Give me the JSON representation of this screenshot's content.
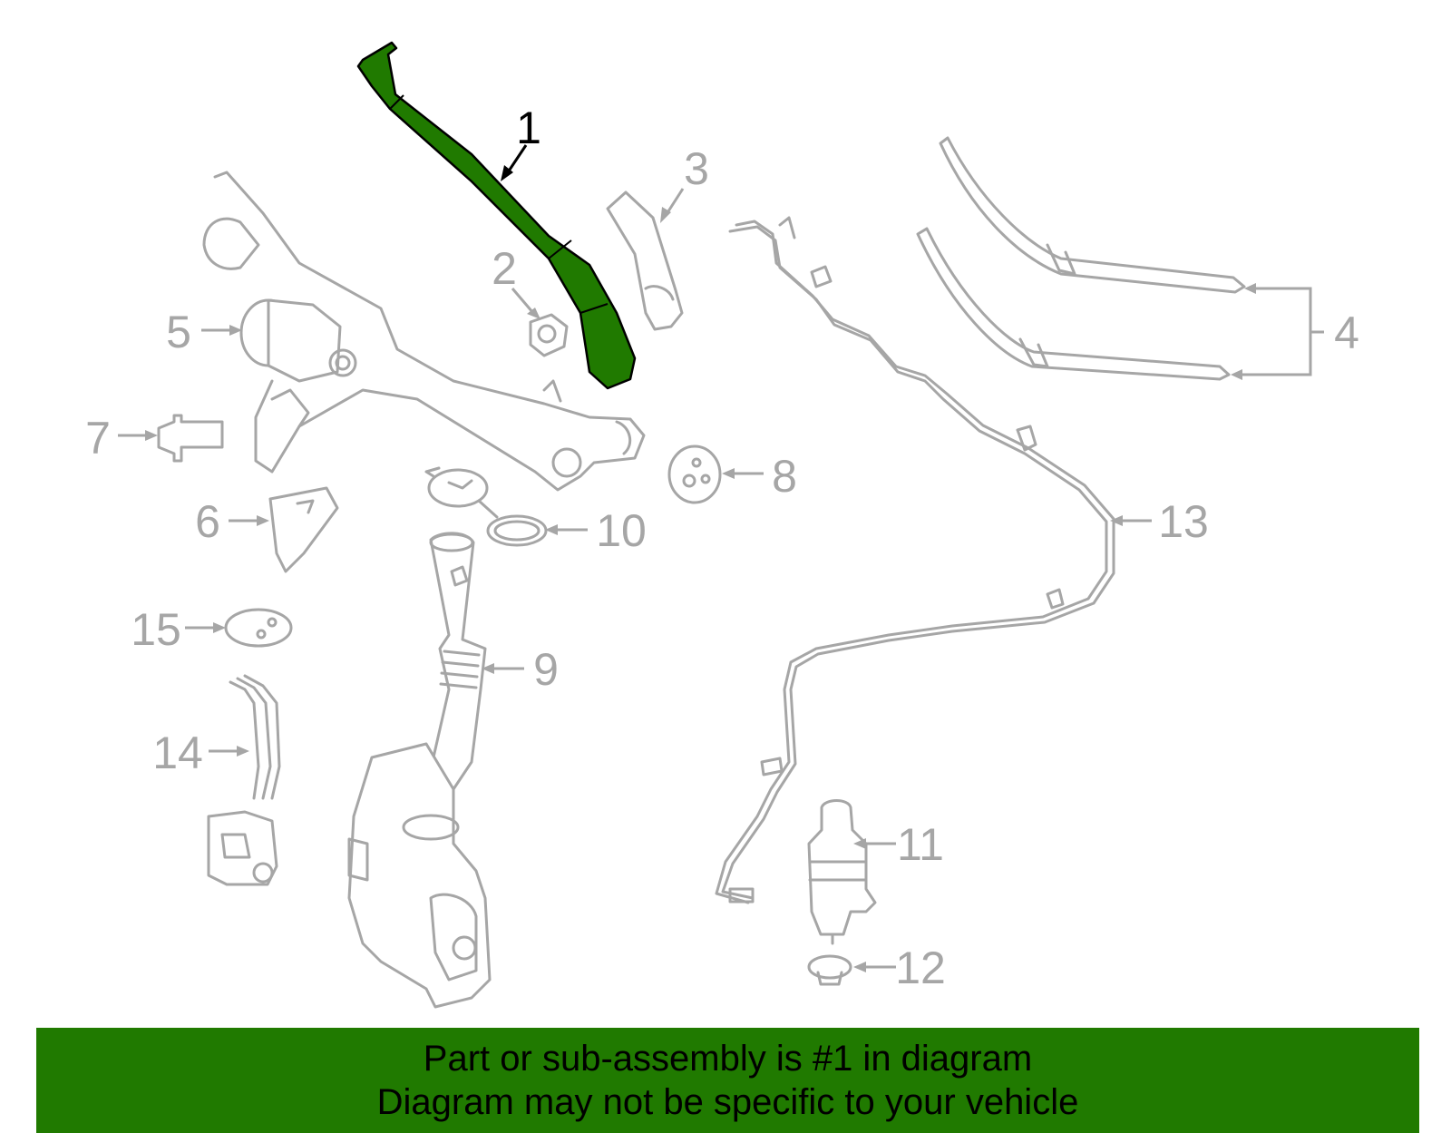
{
  "callouts": [
    "1",
    "2",
    "3",
    "4",
    "5",
    "6",
    "7",
    "8",
    "9",
    "10",
    "11",
    "12",
    "13",
    "14",
    "15"
  ],
  "highlighted_part": "1",
  "colors": {
    "highlight": "#207a00",
    "banner": "#207a00",
    "parts": "#a6a6a6"
  },
  "banner": {
    "line1": "Part or sub-assembly is #1 in diagram",
    "line2": "Diagram may not be specific to your vehicle"
  }
}
